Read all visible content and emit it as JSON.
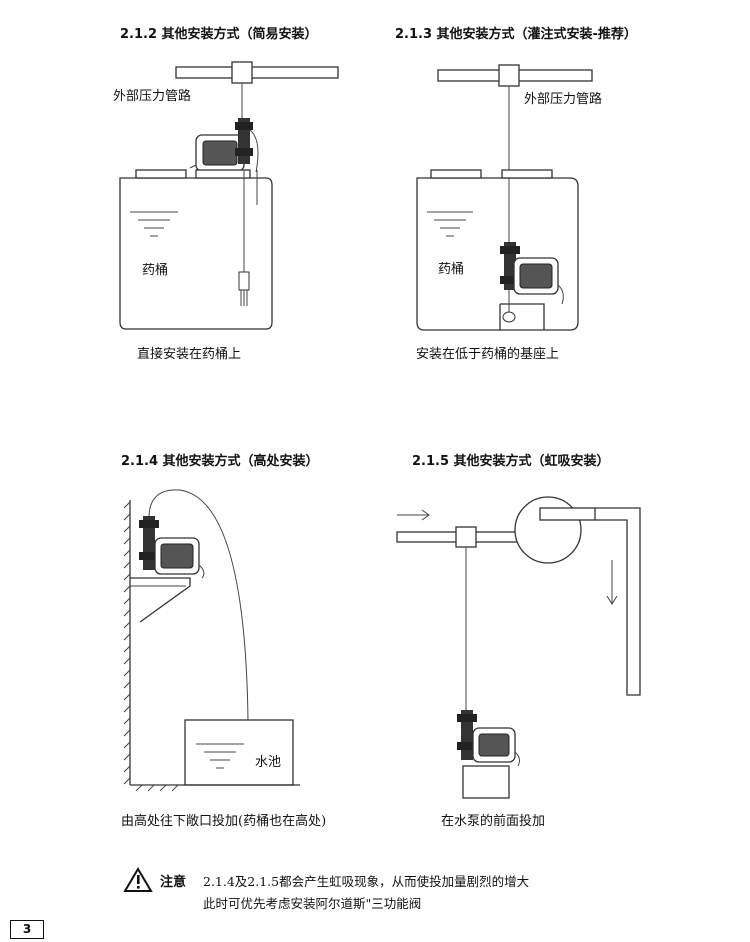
{
  "sections": [
    {
      "id": "2.1.2",
      "title": "2.1.2  其他安装方式（简易安装）",
      "pipe_label": "外部压力管路",
      "tank_label": "药桶",
      "caption": "直接安装在药桶上"
    },
    {
      "id": "2.1.3",
      "title": "2.1.3  其他安装方式（灌注式安装-推荐）",
      "pipe_label": "外部压力管路",
      "tank_label": "药桶",
      "caption": "安装在低于药桶的基座上"
    },
    {
      "id": "2.1.4",
      "title": "2.1.4  其他安装方式（高处安装）",
      "tank_label": "水池",
      "caption": "由高处往下敞口投加(药桶也在高处)"
    },
    {
      "id": "2.1.5",
      "title": "2.1.5  其他安装方式（虹吸安装）",
      "caption": "在水泵的前面投加"
    }
  ],
  "note": {
    "label": "注意",
    "line1": "2.1.4及2.1.5都会产生虹吸现象，从而使投加量剧烈的增大",
    "line2": "此时可优先考虑安装阿尔道斯\"三功能阀"
  },
  "page_number": "3"
}
